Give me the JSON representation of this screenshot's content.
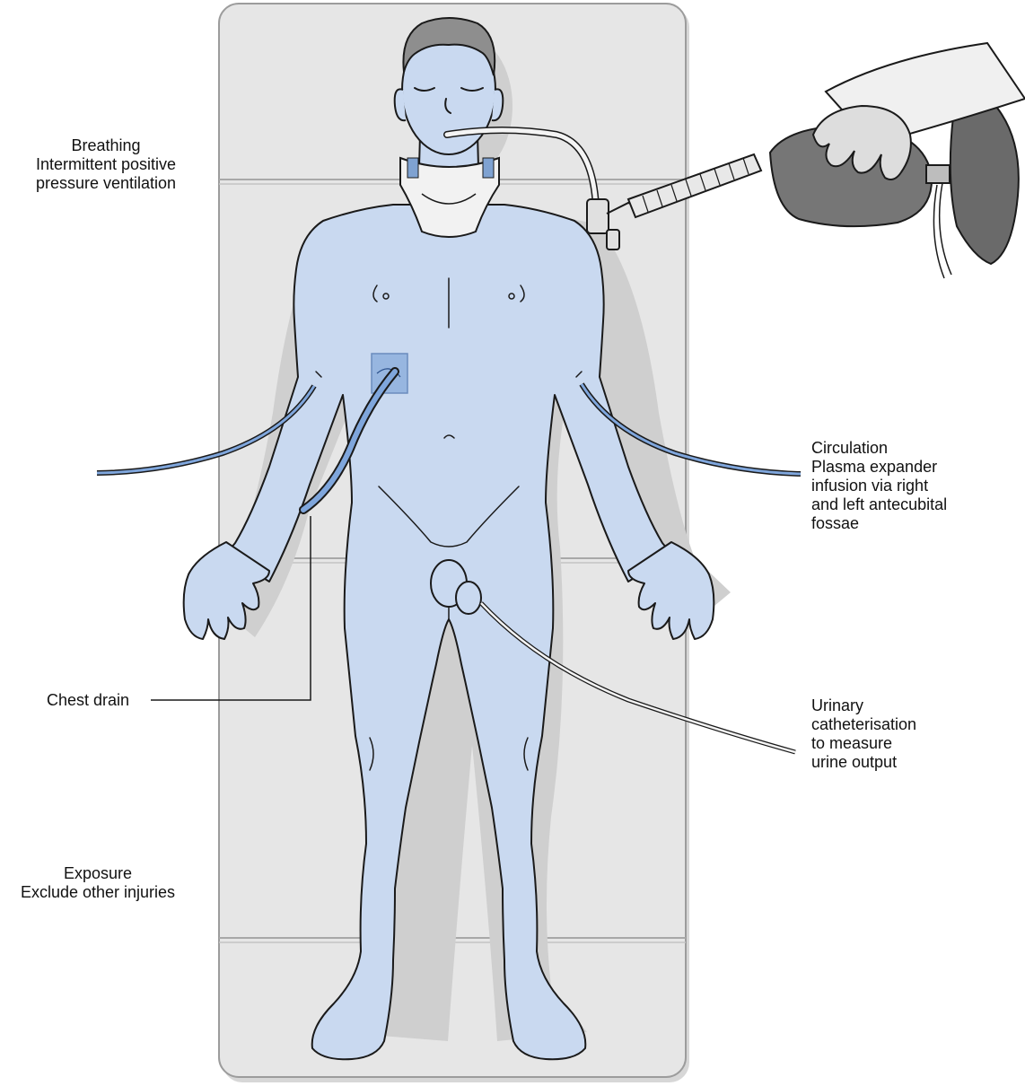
{
  "labels": {
    "breathing": {
      "title": "Breathing",
      "lines": [
        "Intermittent positive",
        "pressure ventilation"
      ]
    },
    "circulation": {
      "title": "Circulation",
      "lines": [
        "Plasma expander",
        "infusion via right",
        "and left antecubital",
        "fossae"
      ]
    },
    "chest_drain": {
      "title": "Chest drain"
    },
    "urinary": {
      "lines": [
        "Urinary",
        "catheterisation",
        "to measure",
        "urine output"
      ]
    },
    "exposure": {
      "title": "Exposure",
      "lines": [
        "Exclude other injuries"
      ]
    }
  },
  "colors": {
    "skin": "#c9d9f0",
    "stretcher": "#e6e6e6",
    "shadow": "#cfcfcf",
    "tube": "#4a78b5",
    "bag": "#767676"
  },
  "icons": [
    "patient-figure",
    "cervical-collar-icon",
    "endotracheal-tube-icon",
    "ventilation-bag-icon",
    "gloved-hand-icon",
    "iv-line-icon",
    "chest-drain-tube-icon",
    "urinary-catheter-icon",
    "dressing-patch-icon"
  ]
}
